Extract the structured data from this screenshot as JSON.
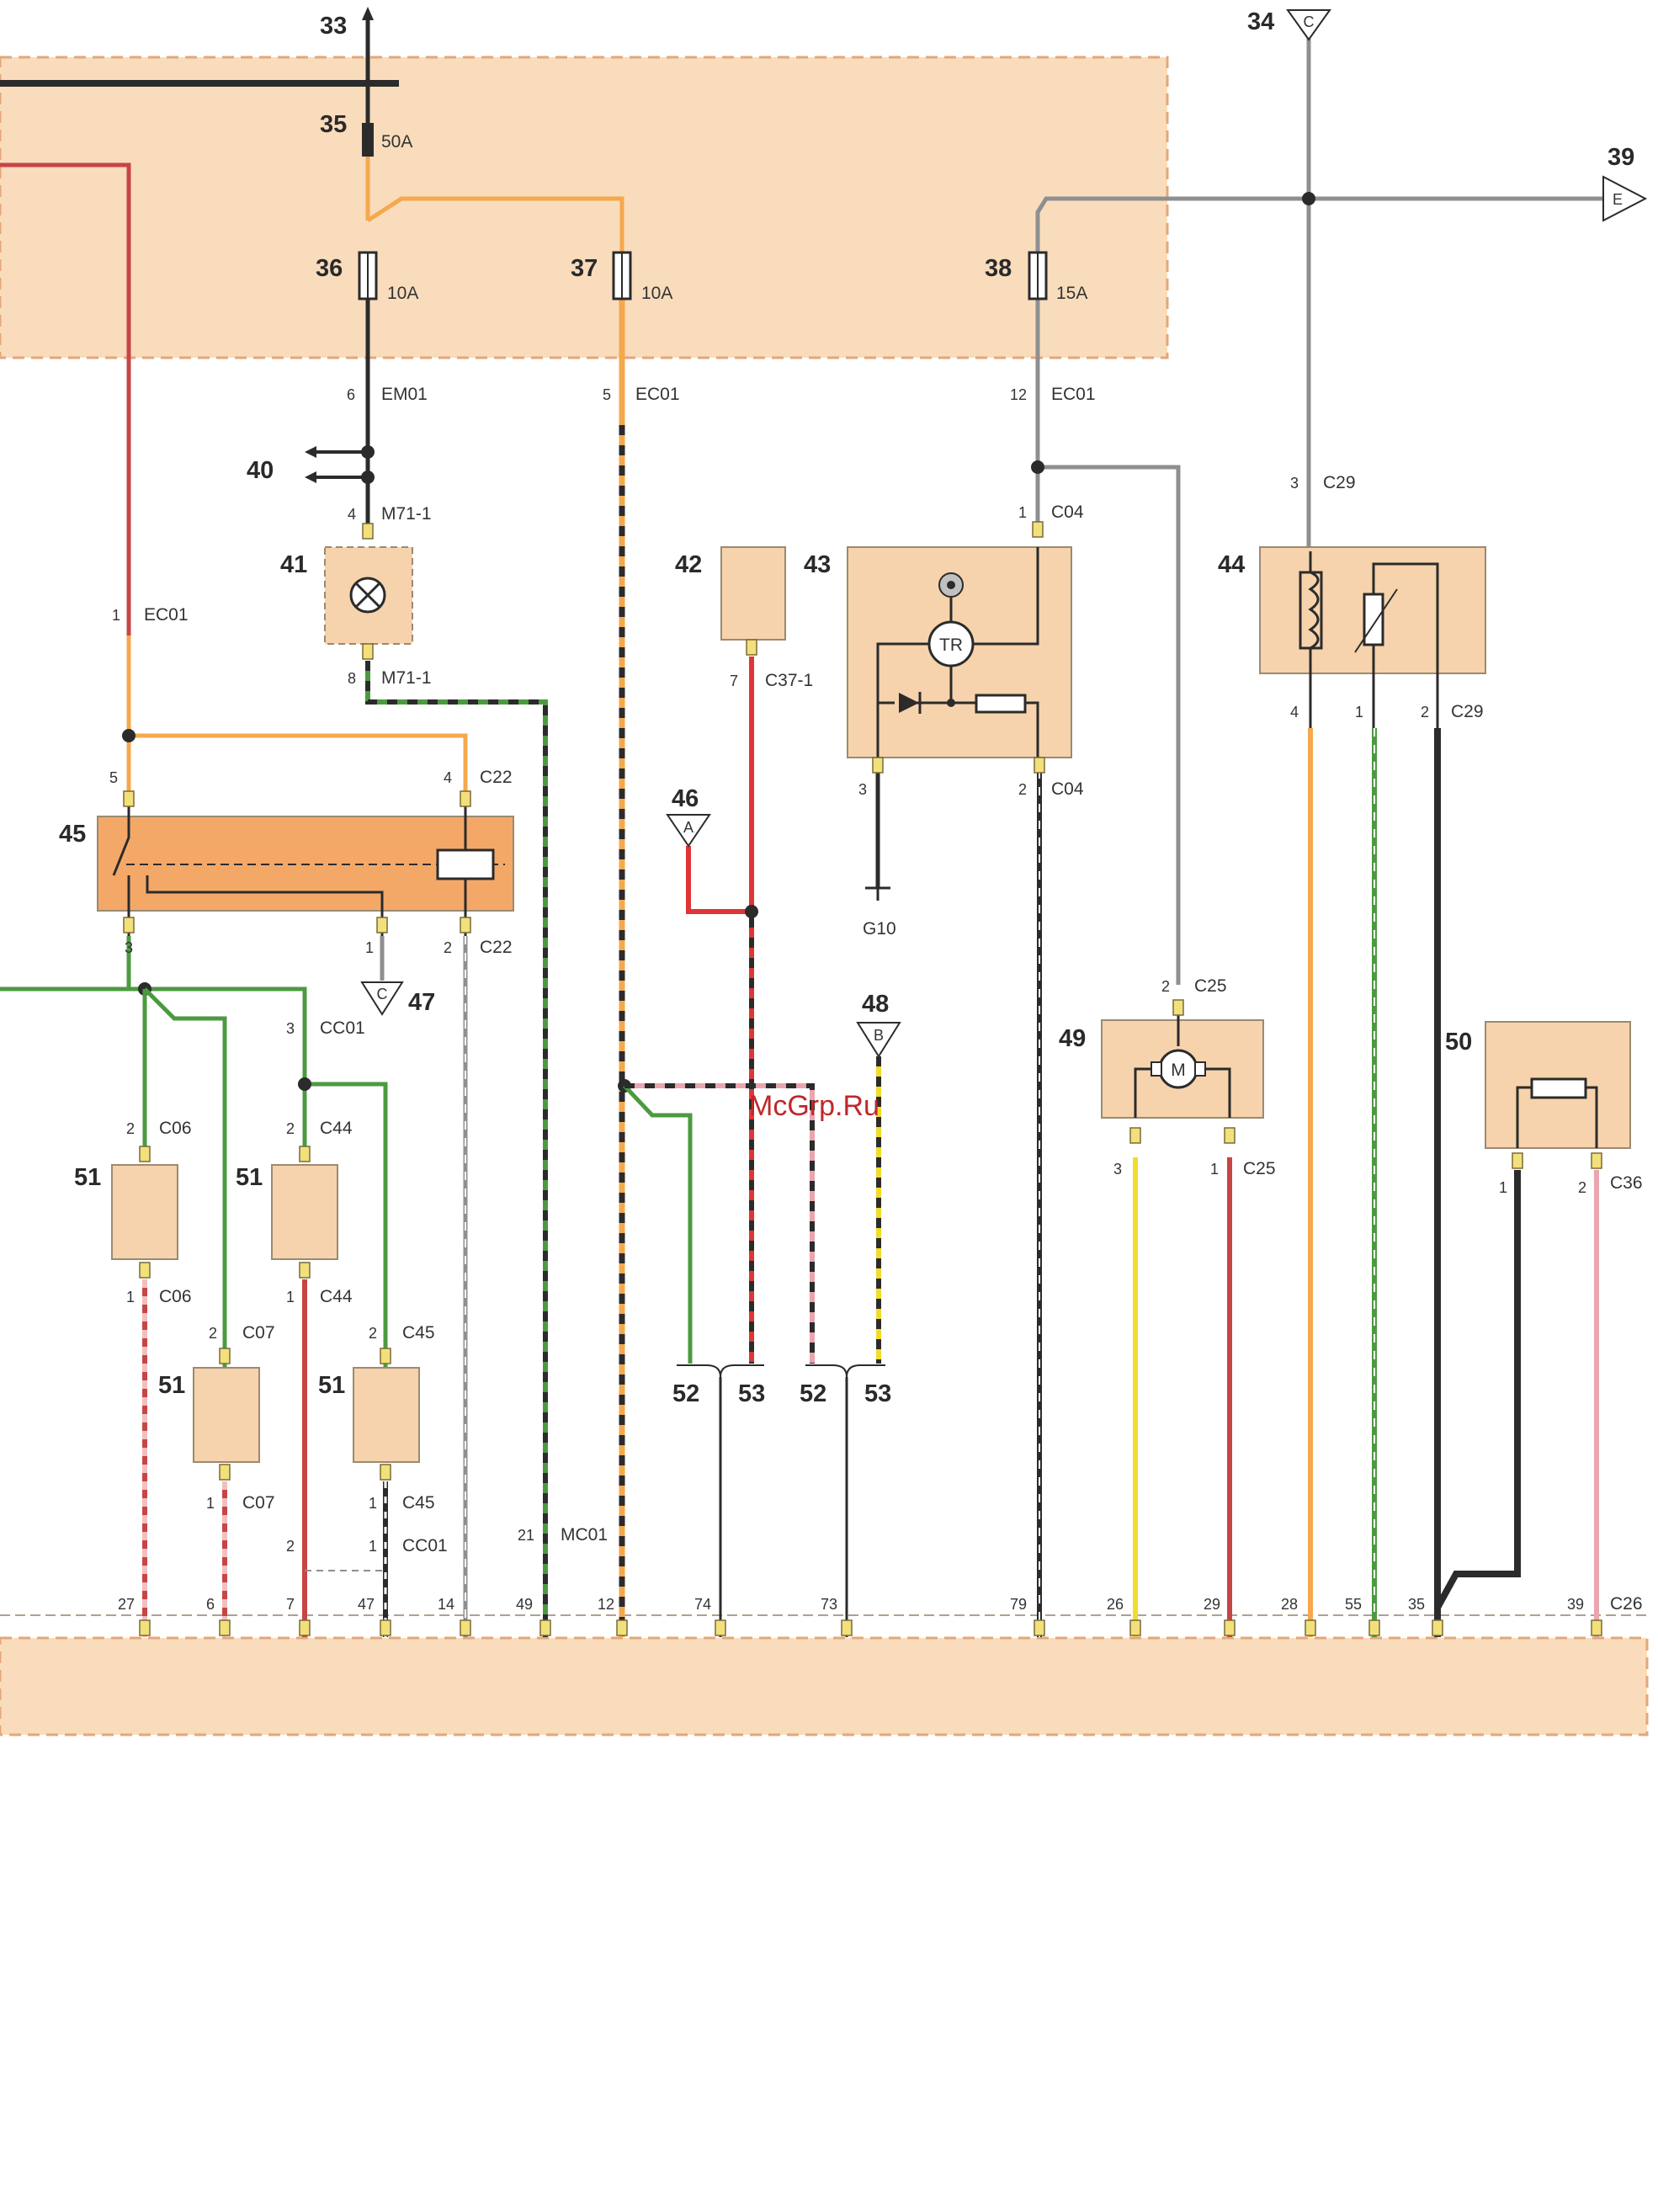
{
  "colors": {
    "panel_fill": "#f9dcbc",
    "component_fill": "#f6d3ac",
    "relay_fill": "#f4a868",
    "wire_black": "#2b2b2b",
    "wire_red": "#c74545",
    "wire_bright_red": "#e03535",
    "wire_orange": "#f5a84c",
    "wire_grey": "#8f8f8f",
    "wire_green": "#4c9a40",
    "wire_yellow": "#f2dc2e",
    "wire_pink": "#eaa5b0",
    "watermark": "#c0282a"
  },
  "refs": {
    "r33": "33",
    "r34": "34",
    "r35": "35",
    "r36": "36",
    "r37": "37",
    "r38": "38",
    "r39": "39",
    "r40": "40",
    "r41": "41",
    "r42": "42",
    "r43": "43",
    "r44": "44",
    "r45": "45",
    "r46": "46",
    "r47": "47",
    "r48": "48",
    "r49": "49",
    "r50": "50",
    "r51": "51",
    "r52": "52",
    "r53": "53"
  },
  "fuse_ratings": {
    "f35": "50A",
    "f36": "10A",
    "f37": "10A",
    "f38": "15A"
  },
  "triangle_letters": {
    "t34": "C",
    "t39": "E",
    "t46": "A",
    "t47": "C",
    "t48": "B"
  },
  "connectors": {
    "em01": "EM01",
    "ec01": "EC01",
    "m71": "M71-1",
    "c04": "C04",
    "c29": "C29",
    "c37": "C37-1",
    "c22": "C22",
    "cc01": "CC01",
    "c06": "C06",
    "c44": "C44",
    "c07": "C07",
    "c45": "C45",
    "mc01": "MC01",
    "c25": "C25",
    "c36": "C36",
    "c26": "C26",
    "g10": "G10"
  },
  "component_symbols": {
    "tr": "TR",
    "motor": "M"
  },
  "pins": {
    "p6": "6",
    "p5": "5",
    "p12": "12",
    "p4": "4",
    "p8": "8",
    "p1": "1",
    "p7": "7",
    "p3": "3",
    "p2": "2",
    "p21": "21"
  },
  "bottom_pins": [
    "27",
    "6",
    "7",
    "47",
    "14",
    "49",
    "12",
    "74",
    "73",
    "79",
    "26",
    "29",
    "28",
    "55",
    "35",
    "39"
  ],
  "watermark": "McGrp.Ru"
}
